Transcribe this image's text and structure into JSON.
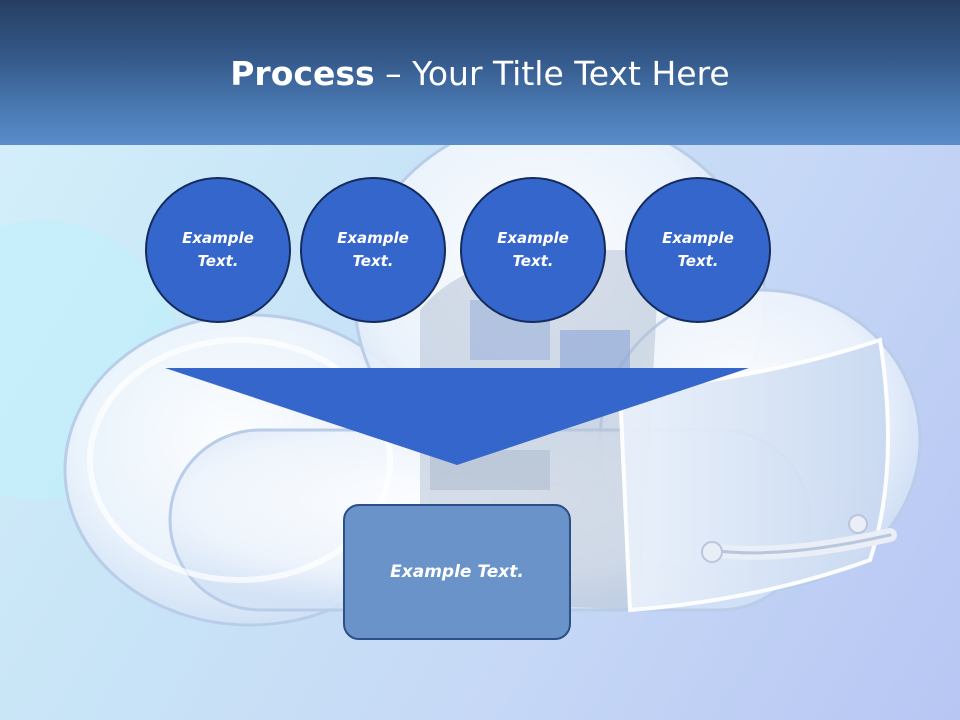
{
  "slide": {
    "title_strong": "Process",
    "title_rest": " – Your Title Text Here",
    "circles": [
      {
        "label": "Example Text."
      },
      {
        "label": "Example Text."
      },
      {
        "label": "Example Text."
      },
      {
        "label": "Example Text."
      }
    ],
    "result_label": "Example Text."
  },
  "colors": {
    "title_bar": "#34598a",
    "circle_fill": "#3566cc",
    "circle_border": "#142c5c",
    "funnel_fill": "#3566cc",
    "box_fill": "#6a93c9",
    "box_border": "#2b4f86",
    "text": "#ffffff"
  },
  "icons": {
    "background": "cloud-safe-illustration",
    "funnel": "downward-triangle-arrow"
  }
}
